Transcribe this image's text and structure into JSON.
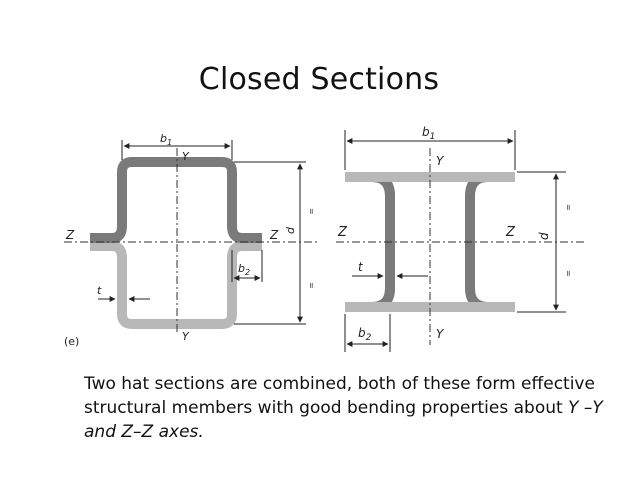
{
  "slide": {
    "title": "Closed Sections"
  },
  "caption": {
    "text_a": "Two hat sections are combined, both of these form effective structural members with good bending properties about ",
    "axis_y": "Y –Y",
    "joiner": " and ",
    "axis_z": "Z–Z axes."
  },
  "left_figure": {
    "tag": "(e)",
    "dim_b1": "b",
    "dim_b1_sub": "1",
    "dim_b2": "b",
    "dim_b2_sub": "2",
    "dim_t": "t",
    "dim_d": "d",
    "equal_mark": "=",
    "axis_y": "Y",
    "axis_z": "Z"
  },
  "right_figure": {
    "dim_b1": "b",
    "dim_b1_sub": "1",
    "dim_b2": "b",
    "dim_b2_sub": "2",
    "dim_t": "t",
    "dim_d": "d",
    "equal_mark": "=",
    "axis_y": "Y",
    "axis_z": "Z"
  },
  "colors": {
    "upper_section": "#7a7a7a",
    "lower_section": "#b8b8b8",
    "line": "#222222"
  }
}
